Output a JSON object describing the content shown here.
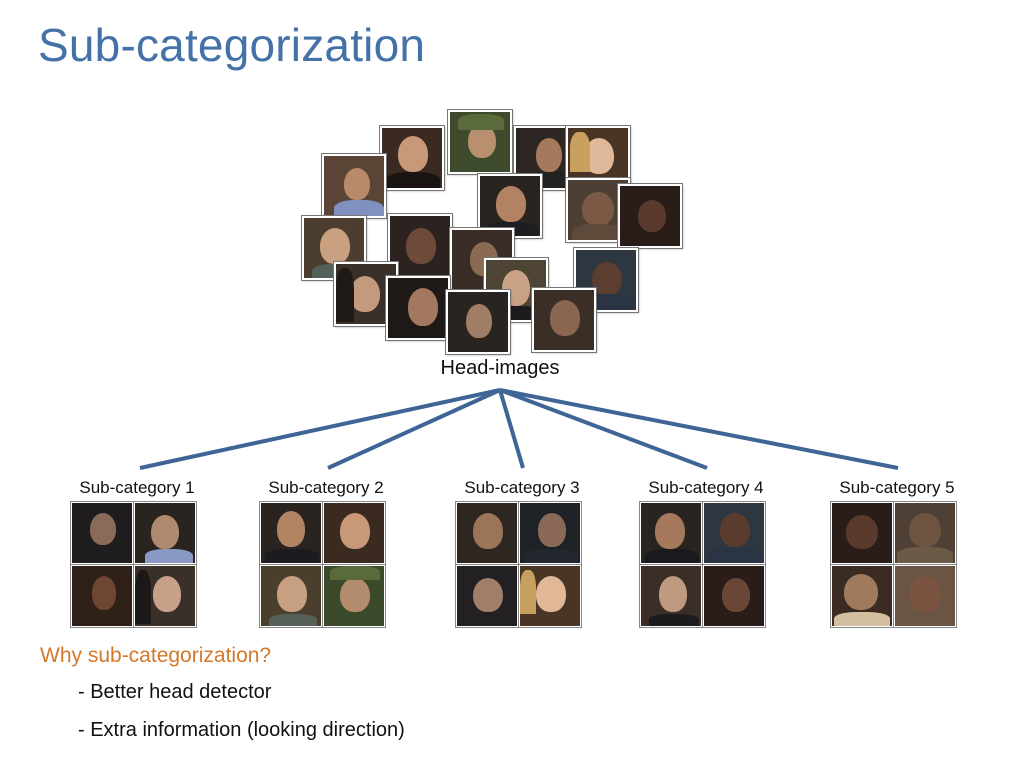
{
  "slide": {
    "title": "Sub-categorization",
    "head_images_label": "Head-images",
    "subcategories": [
      {
        "label": "Sub-category 1"
      },
      {
        "label": "Sub-category 2"
      },
      {
        "label": "Sub-category 3"
      },
      {
        "label": "Sub-category 4"
      },
      {
        "label": "Sub-category 5"
      }
    ],
    "question": "Why sub-categorization?",
    "bullets": [
      "- Better head detector",
      "- Extra information (looking direction)"
    ]
  },
  "colors": {
    "title": "#4472a8",
    "question": "#d4782a",
    "connector_lines": "#3f6596"
  }
}
